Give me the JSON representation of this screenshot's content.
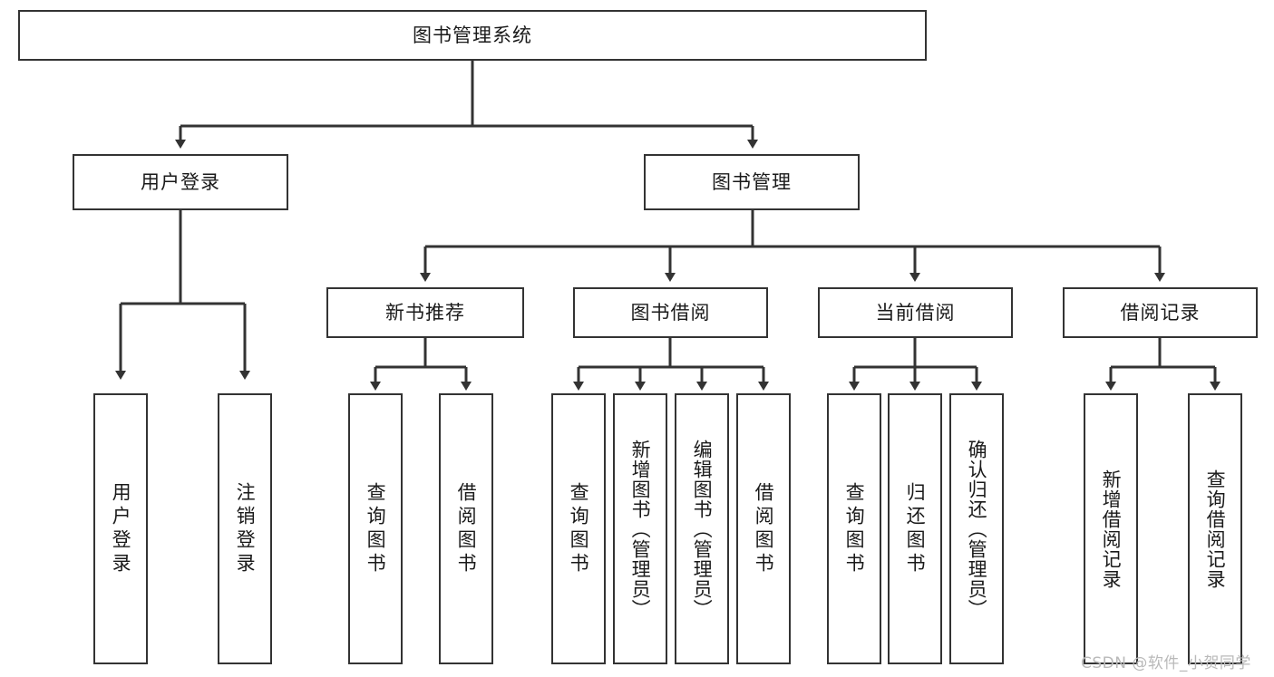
{
  "diagram": {
    "title": "图书管理系统",
    "type": "tree-hierarchy",
    "watermark": "CSDN @软件_小贺同学",
    "colors": {
      "box_border": "#333333",
      "box_fill": "#ffffff",
      "line": "#333333",
      "text": "#1a1a1a",
      "watermark": "#b9b9b9",
      "background": "#ffffff"
    },
    "root": {
      "label": "图书管理系统"
    },
    "level2": [
      {
        "id": "user-login",
        "label": "用户登录"
      },
      {
        "id": "book-management",
        "label": "图书管理"
      }
    ],
    "level3": [
      {
        "id": "new-book-recommend",
        "label": "新书推荐",
        "parent": "book-management"
      },
      {
        "id": "book-borrow",
        "label": "图书借阅",
        "parent": "book-management"
      },
      {
        "id": "current-borrow",
        "label": "当前借阅",
        "parent": "book-management"
      },
      {
        "id": "borrow-record",
        "label": "借阅记录",
        "parent": "book-management"
      }
    ],
    "leaves": [
      {
        "id": "leaf-user-login",
        "label": "用户登录",
        "parent": "user-login"
      },
      {
        "id": "leaf-logout-login",
        "label": "注销登录",
        "parent": "user-login"
      },
      {
        "id": "leaf-query-book-1",
        "label": "查询图书",
        "parent": "new-book-recommend"
      },
      {
        "id": "leaf-borrow-book-1",
        "label": "借阅图书",
        "parent": "new-book-recommend"
      },
      {
        "id": "leaf-query-book-2",
        "label": "查询图书",
        "parent": "book-borrow"
      },
      {
        "id": "leaf-add-book",
        "label": "新增图书（管理员）",
        "parent": "book-borrow"
      },
      {
        "id": "leaf-edit-book",
        "label": "编辑图书（管理员）",
        "parent": "book-borrow"
      },
      {
        "id": "leaf-borrow-book-2",
        "label": "借阅图书",
        "parent": "book-borrow"
      },
      {
        "id": "leaf-query-book-3",
        "label": "查询图书",
        "parent": "current-borrow"
      },
      {
        "id": "leaf-return-book",
        "label": "归还图书",
        "parent": "current-borrow"
      },
      {
        "id": "leaf-confirm-return",
        "label": "确认归还（管理员）",
        "parent": "current-borrow"
      },
      {
        "id": "leaf-add-record",
        "label": "新增借阅记录",
        "parent": "borrow-record"
      },
      {
        "id": "leaf-query-record",
        "label": "查询借阅记录",
        "parent": "borrow-record"
      }
    ]
  }
}
